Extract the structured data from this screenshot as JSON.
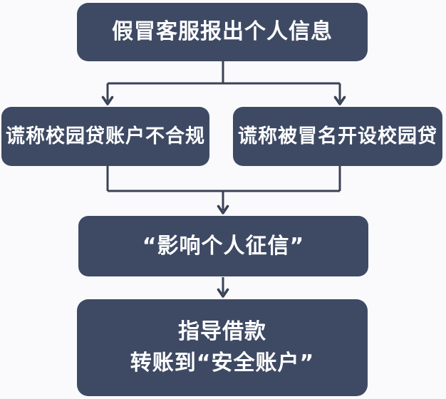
{
  "colors": {
    "background": "#fafafc",
    "node-fill": "#3e4a64",
    "node-text": "#ffffff",
    "connector": "#3a4257"
  },
  "flowchart": {
    "nodes": [
      {
        "id": "node-1",
        "label": "假冒客服报出个人信息"
      },
      {
        "id": "node-2",
        "label": "谎称校园贷账户不合规"
      },
      {
        "id": "node-3",
        "label": "谎称被冒名开设校园贷"
      },
      {
        "id": "node-4",
        "label": "“影响个人征信”"
      },
      {
        "id": "node-5",
        "lines": [
          "指导借款",
          "转账到“安全账户”"
        ]
      }
    ],
    "edges": [
      {
        "from": "node-1",
        "to": "node-2"
      },
      {
        "from": "node-1",
        "to": "node-3"
      },
      {
        "from": "node-2",
        "to": "node-4"
      },
      {
        "from": "node-3",
        "to": "node-4"
      },
      {
        "from": "node-4",
        "to": "node-5"
      }
    ]
  }
}
